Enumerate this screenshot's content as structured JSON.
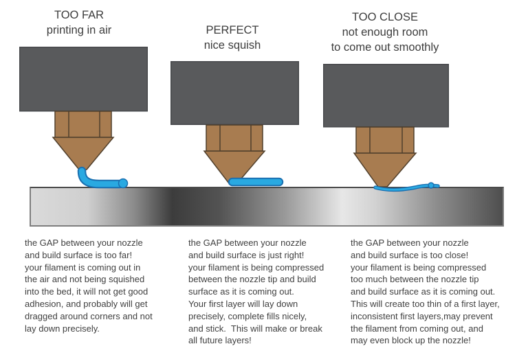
{
  "diagram": {
    "subject": "3D printer first-layer nozzle gap comparison",
    "colors": {
      "text": "#3f3f3f",
      "heater_block": "#595a5c",
      "nozzle": "#a87c50",
      "filament": "#29a9e1",
      "filament_outline": "#1a6fb0",
      "bed_light": "#dadada",
      "bed_dark": "#3c3c3c"
    },
    "panels": [
      {
        "id": "too-far",
        "title": "TOO FAR\nprinting in air",
        "description": "the GAP between your nozzle\nand build surface is too far!\nyour filament is coming out in\nthe air and not being squished\ninto the bed, it will not get good\nadhesion, and probably will get\ndragged around corners and not\nlay down precisely."
      },
      {
        "id": "perfect",
        "title": "PERFECT\nnice squish",
        "description": "the GAP between your nozzle\nand build surface is just right!\nyour filament is being compressed\nbetween the nozzle tip and build\nsurface as it is coming out.\nYour first layer will lay down\nprecisely, complete fills nicely,\nand stick.  This will make or break\nall future layers!"
      },
      {
        "id": "too-close",
        "title": "TOO CLOSE\nnot enough room\nto come out smoothly",
        "description": "the GAP between your nozzle\nand build surface is too close!\nyour filament is being compressed\ntoo much between the nozzle tip\nand build surface as it is coming out.\nThis will create too thin of a first layer,\ninconsistent first layers,may prevent\nthe filament from coming out, and\nmay even block up the nozzle!"
      }
    ]
  }
}
